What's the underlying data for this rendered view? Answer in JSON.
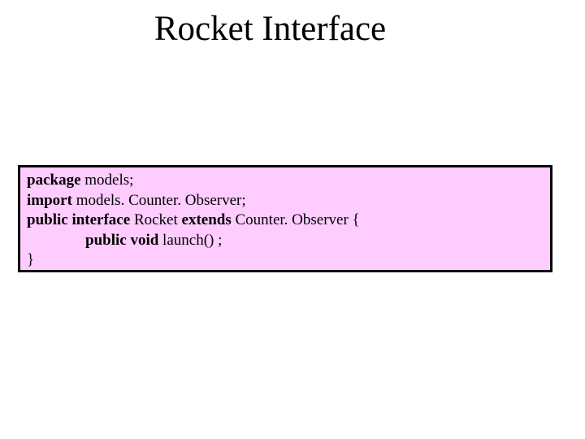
{
  "slide": {
    "title": "Rocket Interface"
  },
  "code": {
    "lines": [
      [
        {
          "t": "package",
          "kw": true
        },
        {
          "t": " models;",
          "kw": false
        }
      ],
      [
        {
          "t": "import",
          "kw": true
        },
        {
          "t": " models. Counter. Observer;",
          "kw": false
        }
      ],
      [
        {
          "t": "public interface",
          "kw": true
        },
        {
          "t": " Rocket ",
          "kw": false
        },
        {
          "t": "extends",
          "kw": true
        },
        {
          "t": " Counter. Observer {",
          "kw": false
        }
      ],
      [
        {
          "t": "public void",
          "kw": true
        },
        {
          "t": " launch() ;",
          "kw": false
        }
      ],
      [
        {
          "t": "}",
          "kw": false
        }
      ]
    ],
    "box_background": "#ffccff",
    "box_border": "#000000"
  }
}
